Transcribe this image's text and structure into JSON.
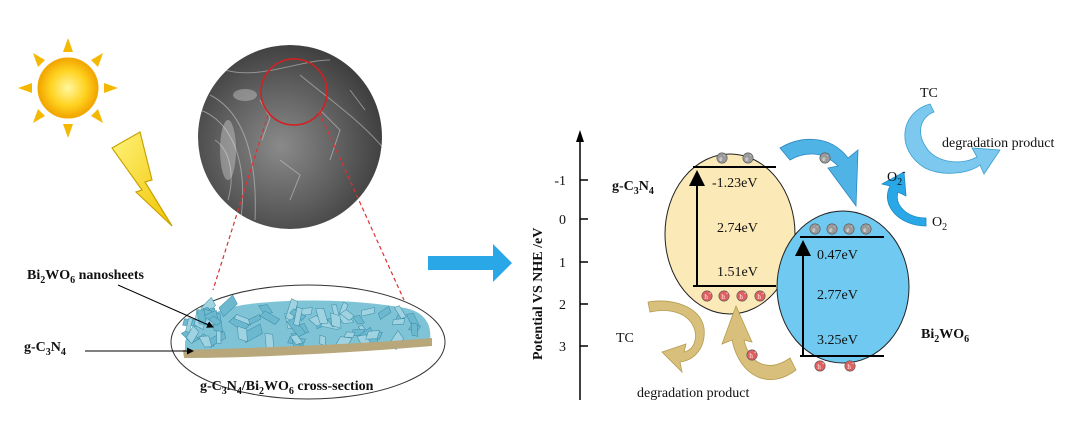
{
  "left_panel": {
    "bi2wo6_label": {
      "base": "Bi",
      "sub1": "2",
      "mid": "WO",
      "sub2": "6",
      "tail": " nanosheets"
    },
    "gc3n4_label": {
      "base": "g-C",
      "sub1": "3",
      "mid": "N",
      "sub2": "4"
    },
    "cross_section": {
      "a": "g-C",
      "s1": "3",
      "b": "N",
      "s2": "4",
      "c": "/Bi",
      "s3": "2",
      "d": "WO",
      "s4": "6",
      "e": " cross-section"
    }
  },
  "mechanism": {
    "y_axis_label": "Potential VS NHE /eV",
    "y_ticks": [
      "-1",
      "0",
      "1",
      "2",
      "3"
    ],
    "gcn": {
      "name": {
        "base": "g-C",
        "sub1": "3",
        "mid": "N",
        "sub2": "4"
      },
      "cb": "-1.23eV",
      "gap": "2.74eV",
      "vb": "1.51eV"
    },
    "bwo": {
      "name": {
        "base": "Bi",
        "sub1": "2",
        "mid": "WO",
        "sub2": "6"
      },
      "cb": "0.47eV",
      "gap": "2.77eV",
      "vb": "3.25eV"
    },
    "electron": "e",
    "electron_sup": "-",
    "hole": "h",
    "hole_sup": "+",
    "tc_top": "TC",
    "deg_top": "degradation product",
    "o2_minus": {
      "base": "O",
      "sub": "2",
      "sup": "-"
    },
    "o2": {
      "base": "O",
      "sub": "2"
    },
    "tc_bottom": "TC",
    "deg_bottom": "degradation product"
  },
  "colors": {
    "gcn_fill": "#fbe9b7",
    "bwo_fill": "#6fc9f0",
    "arrow_blue": "#2aa7e6",
    "arrow_tan": "#d8c07c",
    "arrow_light_blue": "#7cc8ee",
    "electron": "#9a9a9a",
    "hole": "#e06060",
    "sheet_blue": "#7ec3d6",
    "gcn_layer": "#b8a77a"
  }
}
